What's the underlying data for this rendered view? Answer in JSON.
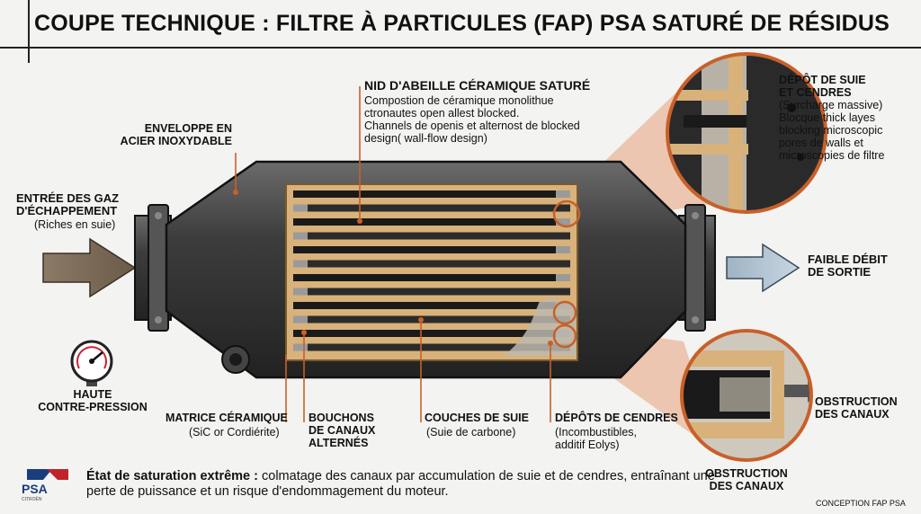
{
  "title": "COUPE TECHNIQUE : FILTRE À PARTICULES (FAP) PSA SATURÉ DE RÉSIDUS",
  "labels": {
    "honeycomb_title": "NID D'ABEILLE CÉRAMIQUE SATURÉ",
    "honeycomb_desc": [
      "Compostion de céramique monolithue",
      "ctronautes open allest blocked.",
      "Channels de openis et alternost de blocked",
      "design( wall-flow design)"
    ],
    "shell": [
      "ENVELOPPE EN",
      "ACIER INOXYDABLE"
    ],
    "inlet": [
      "ENTRÉE DES GAZ",
      "D'ÉCHAPPEMENT"
    ],
    "inlet_sub": "(Riches en suie)",
    "outlet": [
      "FAIBLE DÉBIT",
      "DE SORTIE"
    ],
    "soot_deposit_title": [
      "DÉPÔT DE SUIE",
      "ET CENDRES"
    ],
    "soot_deposit_desc": [
      "(Surcharge massive)",
      "Blocque thick layes",
      "blocking microscopic",
      "pores de walls et",
      "microscopies de filtre"
    ],
    "pressure": [
      "HAUTE",
      "CONTRE-PRESSION"
    ],
    "matrix": "MATRICE CÉRAMIQUE",
    "matrix_sub": "(SiC or Cordiérite)",
    "plugs": [
      "BOUCHONS",
      "DE CANAUX",
      "ALTERNÉS"
    ],
    "soot_layers": "COUCHES DE SUIE",
    "soot_layers_sub": "(Suie de carbone)",
    "ash": "DÉPÔTS DE CENDRES",
    "ash_sub": [
      "(Incombustibles,",
      "additif Eolys)"
    ],
    "obstruction_right": [
      "OBSTRUCTION",
      "DES CANAUX"
    ],
    "obstruction_bottom": [
      "OBSTRUCTION",
      "DES CANAUX"
    ]
  },
  "footer": {
    "bold": "État de saturation extrême :",
    "text": " colmatage des canaux par accumulation de suie et de cendres, entraînant une perte de puissance et un risque d'endommagement du moteur."
  },
  "logo": {
    "name": "PSA",
    "sub": "CITROËN"
  },
  "credit": "CONCEPTION FAP PSA",
  "colors": {
    "accent": "#c8602a",
    "ceramic": "#d8b27a",
    "steel": "#3a3a3a",
    "soot": "#1a1a1a",
    "ash": "#bdb8ae"
  }
}
